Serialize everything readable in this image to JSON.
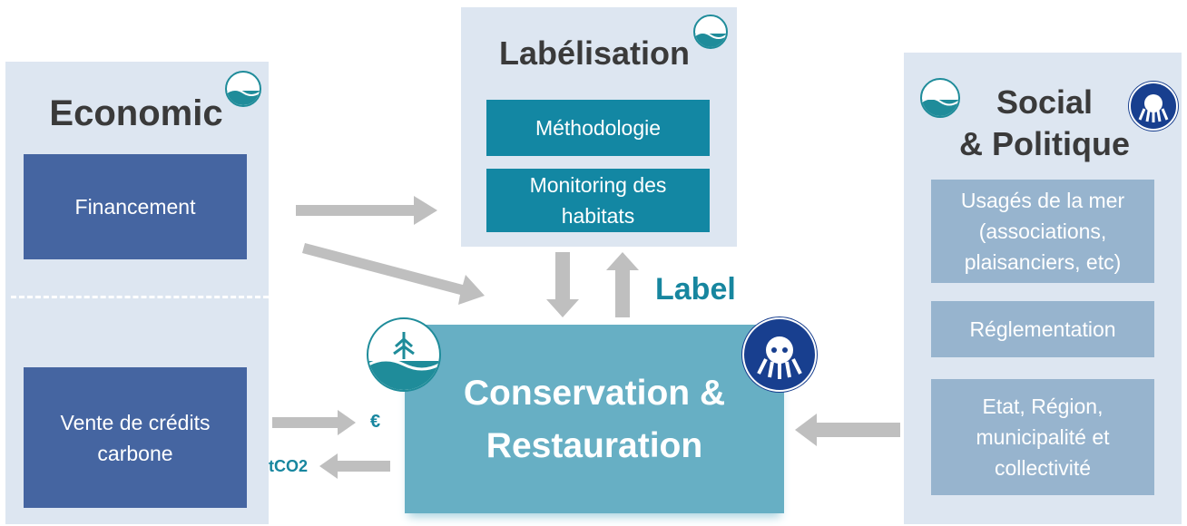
{
  "economic": {
    "title": "Economic",
    "boxes": [
      "Financement",
      "Vente de crédits\ncarbone"
    ]
  },
  "labelisation": {
    "title": "Labélisation",
    "boxes": [
      "Méthodologie",
      "Monitoring des\nhabitats"
    ]
  },
  "social": {
    "title": "Social\n& Politique",
    "boxes": [
      "Usagés de la mer\n(associations,\nplaisanciers, etc)",
      "Réglementation",
      "Etat, Région,\nmunicipalité et\ncollectivité"
    ]
  },
  "center": {
    "title": "Conservation &\nRestauration"
  },
  "labels": {
    "label": "Label",
    "euro": "€",
    "tco2": "tCO2"
  },
  "colors": {
    "panel": "#dde6f1",
    "economic_box": "#4565a1",
    "label_box": "#1387a3",
    "social_box": "#97b4ce",
    "center_box": "#67afc4",
    "arrow": "#bfbfbf",
    "teal_text": "#17869f"
  },
  "logos": [
    "blueleaf-logo",
    "naturdive-logo"
  ]
}
